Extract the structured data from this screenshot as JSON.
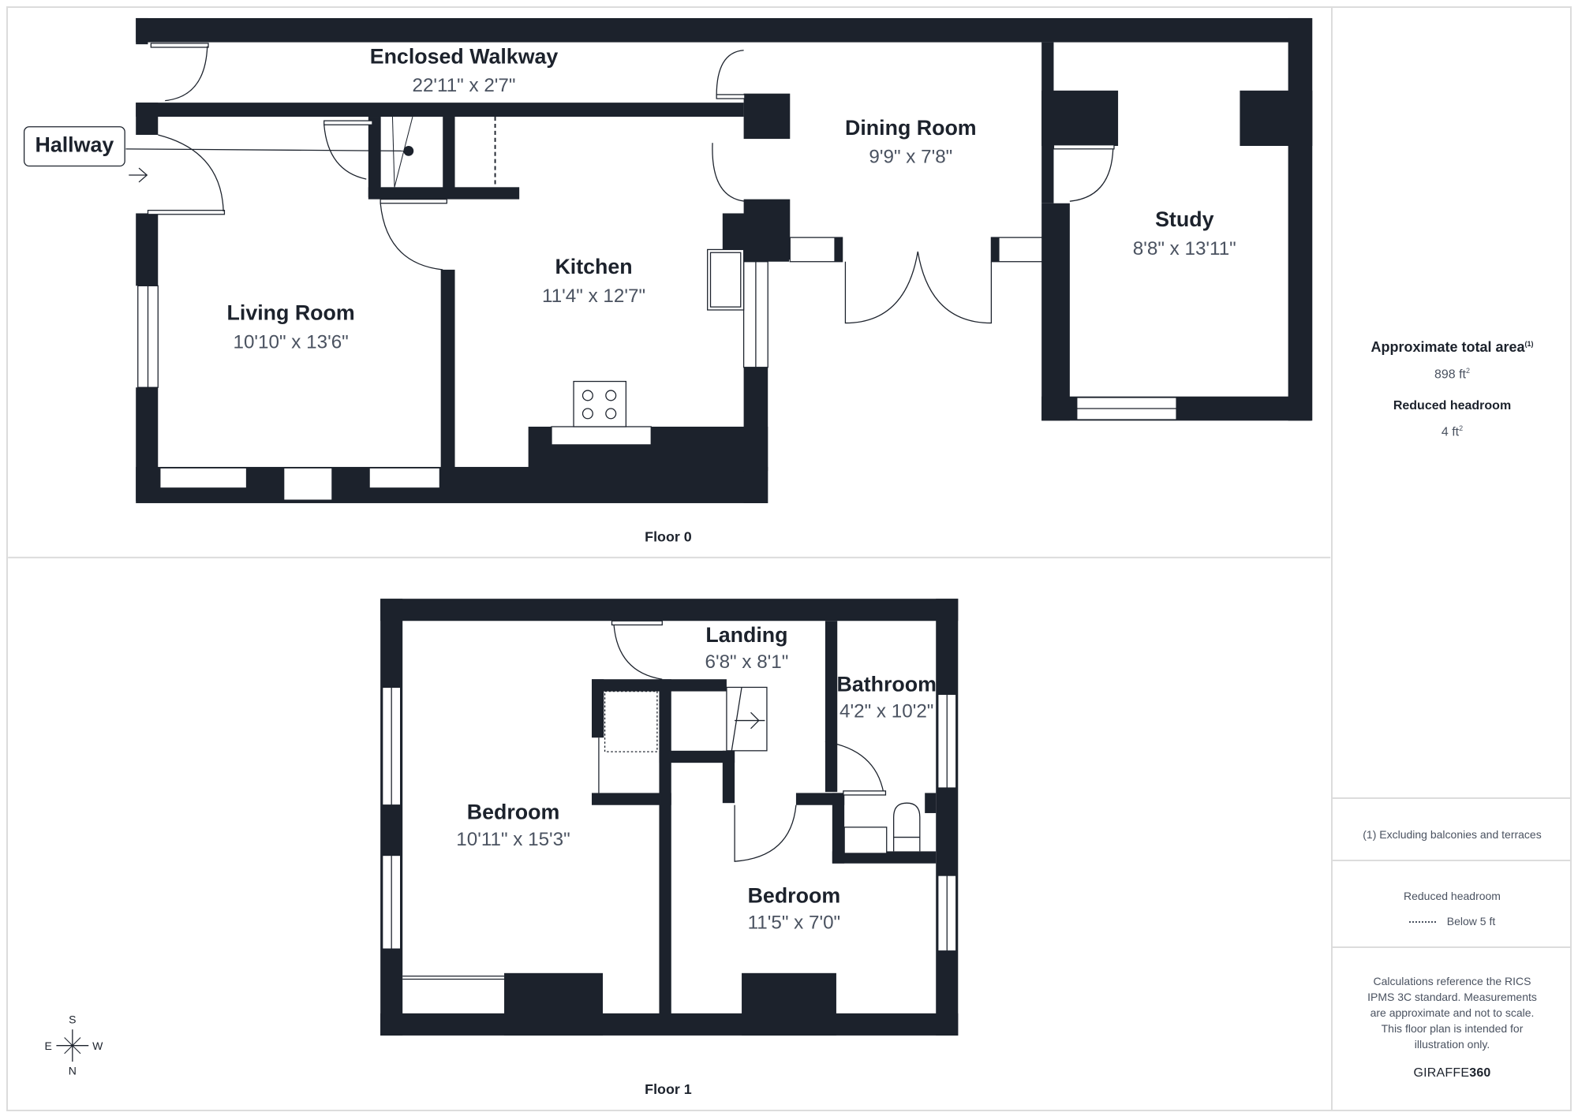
{
  "floors": [
    {
      "label": "Floor 0",
      "rooms": [
        {
          "name": "Enclosed Walkway",
          "dims": "22'11\" x 2'7\""
        },
        {
          "name": "Dining Room",
          "dims": "9'9\" x 7'8\""
        },
        {
          "name": "Kitchen",
          "dims": "11'4\" x 12'7\""
        },
        {
          "name": "Living Room",
          "dims": "10'10\" x 13'6\""
        },
        {
          "name": "Study",
          "dims": "8'8\" x 13'11\""
        }
      ],
      "callout": "Hallway"
    },
    {
      "label": "Floor 1",
      "rooms": [
        {
          "name": "Landing",
          "dims": "6'8\" x 8'1\""
        },
        {
          "name": "Bathroom",
          "dims": "4'2\" x 10'2\""
        },
        {
          "name": "Bedroom",
          "dims": "10'11\" x 15'3\""
        },
        {
          "name": "Bedroom",
          "dims": "11'5\" x 7'0\""
        }
      ]
    }
  ],
  "compass": {
    "top": "S",
    "left": "E",
    "right": "W",
    "bottom": "N"
  },
  "sidebar": {
    "area_title": "Approximate total area",
    "area_title_sup": "(1)",
    "area_value": "898 ft",
    "area_unit_sup": "2",
    "headroom_title": "Reduced headroom",
    "headroom_value": "4 ft",
    "headroom_unit_sup": "2",
    "footnote": "(1) Excluding balconies and terraces",
    "legend_title": "Reduced headroom",
    "legend_item": "Below 5 ft",
    "disclaimer": "Calculations reference the RICS IPMS 3C standard. Measurements are approximate and not to scale. This floor plan is intended for illustration only.",
    "brand_light": "GIRAFFE",
    "brand_bold": "360"
  },
  "colors": {
    "wall": "#1c222c",
    "text_muted": "#4a5260",
    "border": "#dcdcdc"
  }
}
